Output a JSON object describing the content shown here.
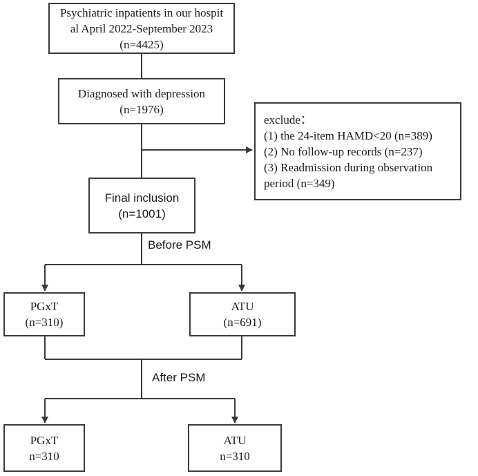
{
  "nodes": {
    "population": {
      "lines": [
        "Psychiatric inpatients in our hospit",
        "al April 2022-September 2023",
        "(n=4425)"
      ]
    },
    "diagnosed": {
      "lines": [
        "Diagnosed with depression",
        "(n=1976)"
      ]
    },
    "exclude": {
      "lines": [
        "exclude：",
        "(1) the 24-item HAMD<20 (n=389)",
        "(2) No follow-up records (n=237)",
        "(3) Readmission during observation",
        "period (n=349)"
      ]
    },
    "final": {
      "lines": [
        "Final inclusion",
        "(n=1001)"
      ]
    },
    "pgxt_before": {
      "lines": [
        "PGxT",
        "(n=310)"
      ]
    },
    "atu_before": {
      "lines": [
        "ATU",
        "(n=691)"
      ]
    },
    "pgxt_after": {
      "lines": [
        "PGxT",
        "n=310"
      ]
    },
    "atu_after": {
      "lines": [
        "ATU",
        "n=310"
      ]
    }
  },
  "labels": {
    "before_psm": "Before PSM",
    "after_psm": "After PSM"
  },
  "colors": {
    "line": "#3a3a3a",
    "text": "#1a1a1a"
  }
}
